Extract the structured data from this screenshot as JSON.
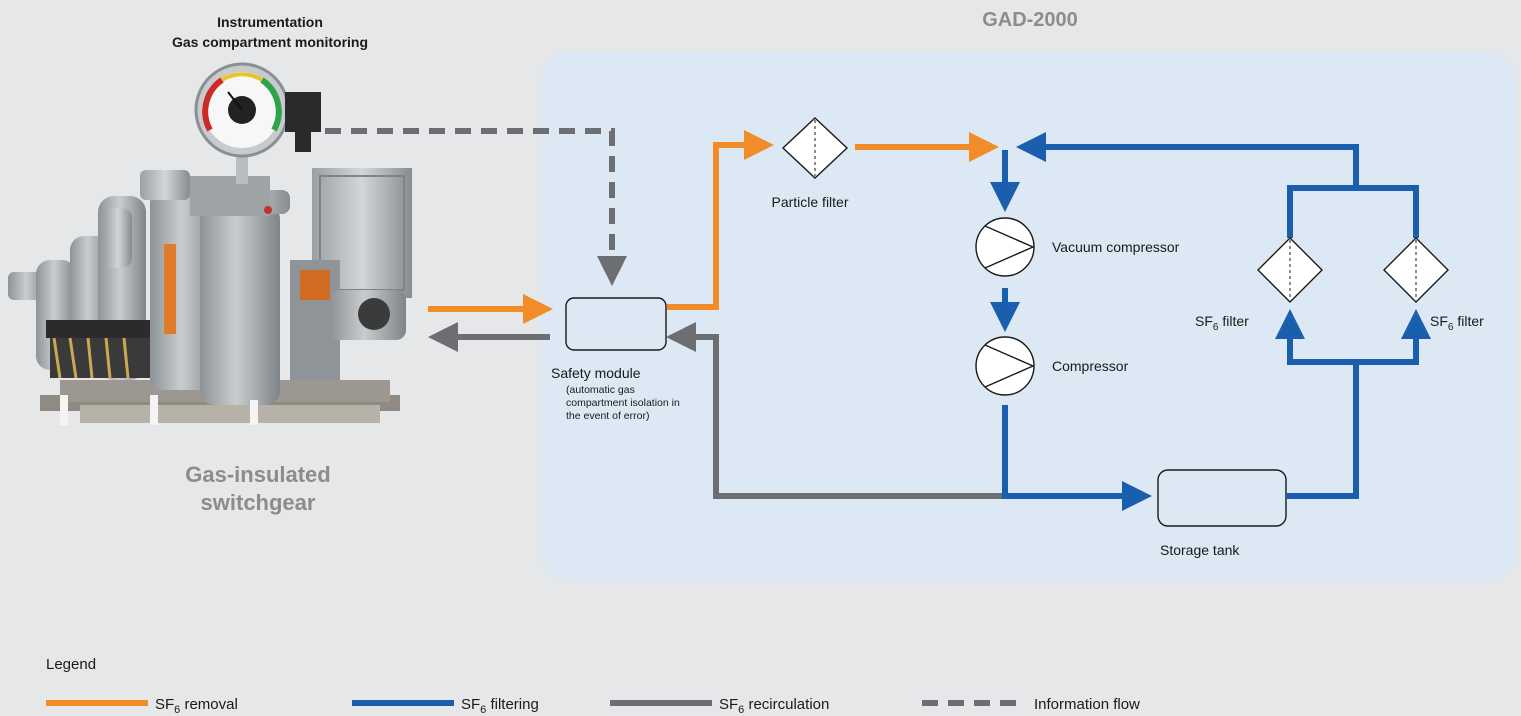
{
  "instrumentation": {
    "title_line1": "Instrumentation",
    "title_line2": "Gas compartment monitoring"
  },
  "switchgear": {
    "label_line1": "Gas-insulated",
    "label_line2": "switchgear"
  },
  "system": {
    "title": "GAD-2000"
  },
  "components": {
    "safety_module": "Safety module",
    "safety_note_1": "(automatic gas",
    "safety_note_2": "compartment isolation in",
    "safety_note_3": "the event of error)",
    "particle_filter": "Particle filter",
    "vacuum_compressor": "Vacuum compressor",
    "compressor": "Compressor",
    "storage_tank": "Storage tank",
    "sf6_filter_left": {
      "main": "SF",
      "sub": "6",
      "suffix": " filter"
    },
    "sf6_filter_right": {
      "main": "SF",
      "sub": "6",
      "suffix": " filter"
    }
  },
  "legend": {
    "title": "Legend",
    "items": [
      {
        "main": "SF",
        "sub": "6",
        "suffix": " removal",
        "style": "solid",
        "color": "#f28c28"
      },
      {
        "main": "SF",
        "sub": "6",
        "suffix": " filtering",
        "style": "solid",
        "color": "#1a5fad"
      },
      {
        "main": "SF",
        "sub": "6",
        "suffix": " recirculation",
        "style": "solid",
        "color": "#6d6e71"
      },
      {
        "main": "Information flow",
        "sub": "",
        "suffix": "",
        "style": "dashed",
        "color": "#6d6e71"
      }
    ]
  },
  "colors": {
    "background": "#e6e7e8",
    "panel": "#dce8f4",
    "removal": "#f28c28",
    "filtering": "#1a5fad",
    "recirculation": "#6d6e71",
    "information": "#6d6e71"
  }
}
